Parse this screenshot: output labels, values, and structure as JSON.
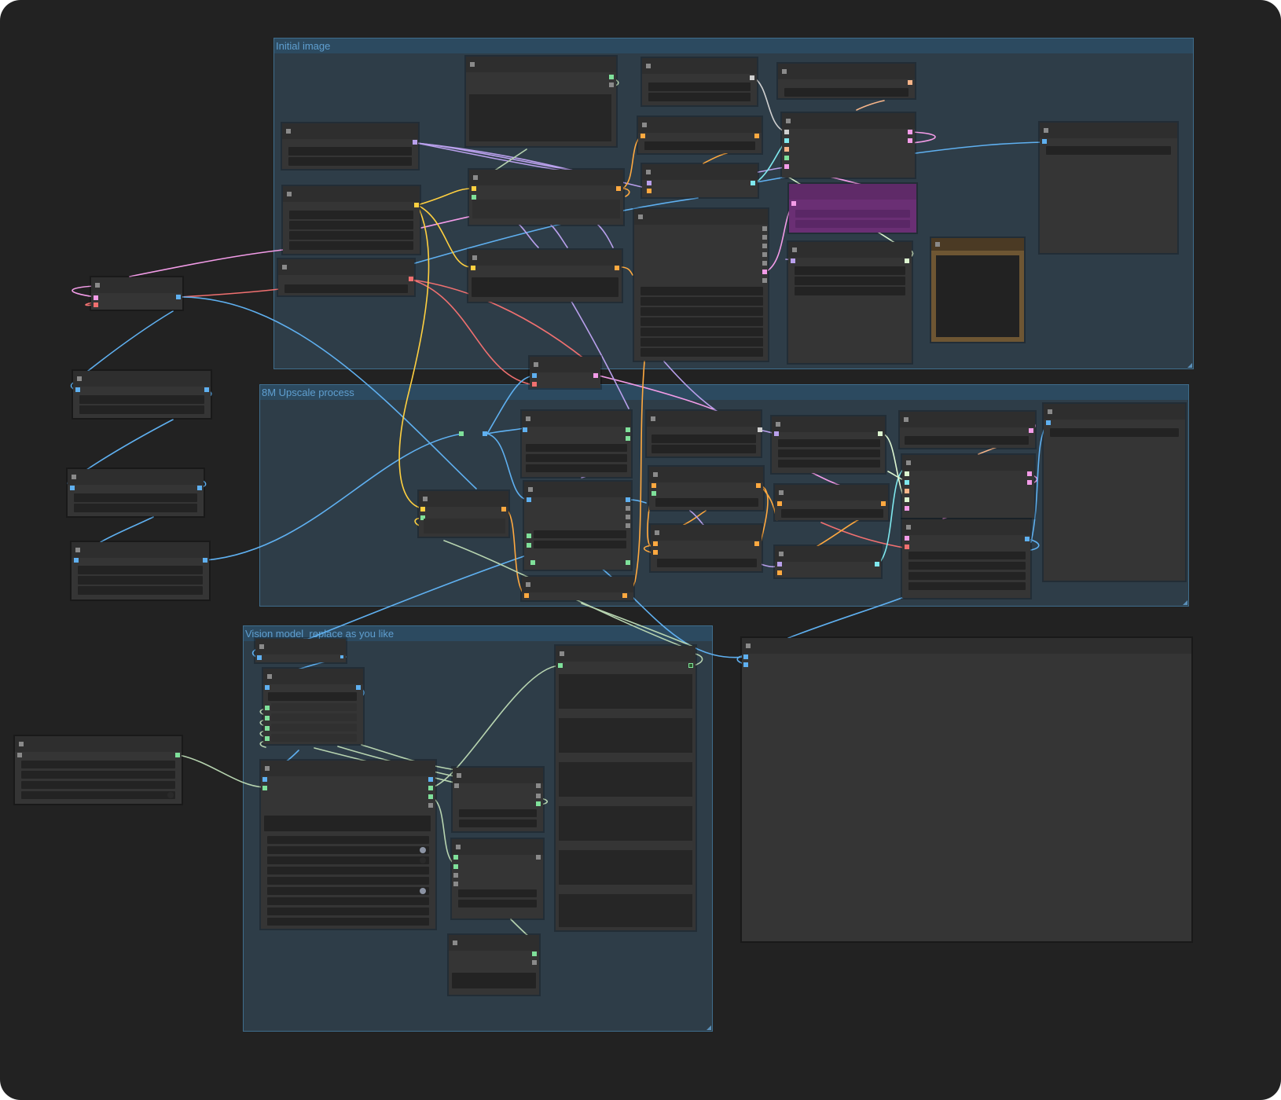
{
  "groups": [
    {
      "title": "Initial image"
    },
    {
      "title": "8M Upscale process"
    },
    {
      "title": "Vision model_replace as you like"
    }
  ],
  "colors": {
    "canvas": "#222222",
    "group_fill": "#2d4050",
    "group_title": "#5f9fd0",
    "node_body": "#353535",
    "link_blue": "#5fb0f0",
    "link_purple": "#b9a0ec",
    "link_pink": "#f39ce8",
    "link_red": "#f07070",
    "link_yellow": "#ffd040",
    "link_orange": "#ffa940",
    "link_cyan": "#7fe8ee",
    "link_green": "#b7d4b0",
    "highlight_node": "#6a2f74",
    "preview_frame": "#6e5633"
  },
  "icons": {
    "node_toggle": "collapse-toggle-icon",
    "group_resize": "resize-corner-icon"
  }
}
